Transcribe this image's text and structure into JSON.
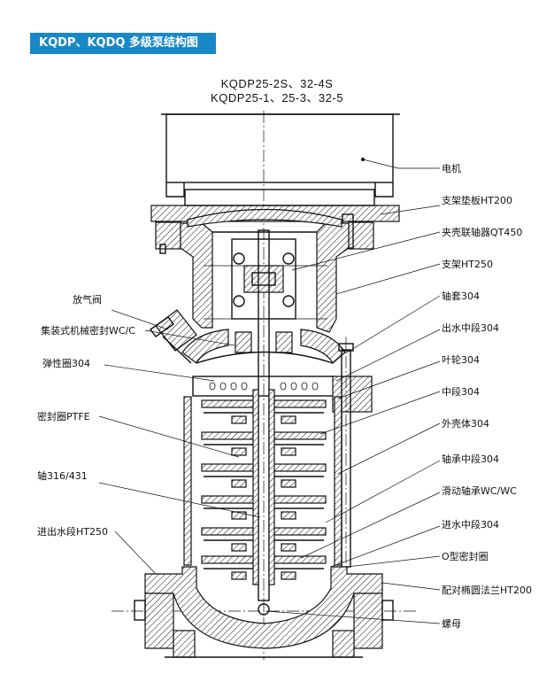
{
  "header": {
    "title": "KQDP、KQDQ 多级泵结构图",
    "model_line_1": "KQDP25-2S、32-4S",
    "model_line_2": "KQDP25-1、25-3、32-5"
  },
  "labels": {
    "motor": "电机",
    "bracket_plate": "支架垫板HT200",
    "coupling": "夹壳联轴器QT450",
    "bracket": "支架HT250",
    "shaft_sleeve": "轴套304",
    "outlet_middle": "出水中段304",
    "impeller": "叶轮304",
    "middle_section": "中段304",
    "outer_casing": "外壳体304",
    "bearing_middle": "轴承中段304",
    "sliding_bearing": "滑动轴承WC/WC",
    "inlet_middle": "进水中段304",
    "o_ring": "O型密封圈",
    "oval_flange": "配对椭圆法兰HT200",
    "nut": "螺母",
    "vent_valve": "放气阀",
    "mech_seal": "集装式机械密封WC/C",
    "elastic_ring": "弹性圈304",
    "seal_ptfe": "密封圈PTFE",
    "shaft": "轴316/431",
    "inlet_outlet_section": "进出水段HT250"
  }
}
